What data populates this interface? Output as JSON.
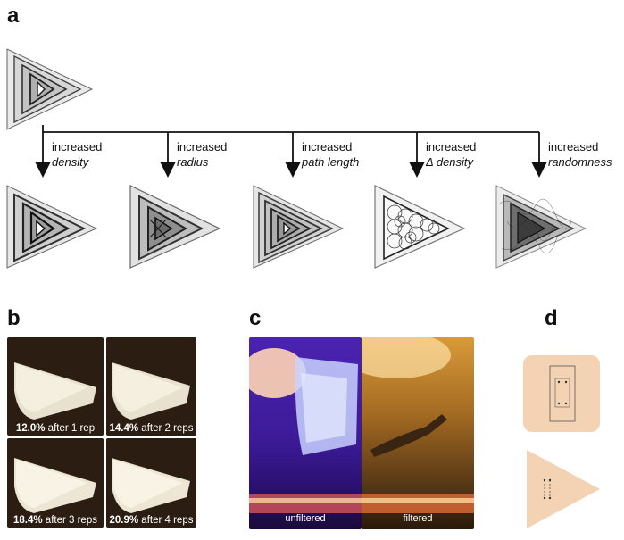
{
  "panels": {
    "a": {
      "letter": "a"
    },
    "b": {
      "letter": "b"
    },
    "c": {
      "letter": "c"
    },
    "d": {
      "letter": "d"
    }
  },
  "steps": [
    {
      "line1": "increased",
      "line2": "density"
    },
    {
      "line1": "increased",
      "line2": "radius"
    },
    {
      "line1": "increased",
      "line2": "path length"
    },
    {
      "line1": "increased",
      "line2": "Δ density"
    },
    {
      "line1": "increased",
      "line2": "randomness"
    }
  ],
  "reps": [
    {
      "pct": "12.0%",
      "text": " after 1 rep"
    },
    {
      "pct": "14.4%",
      "text": " after 2 reps"
    },
    {
      "pct": "18.4%",
      "text": " after 3 reps"
    },
    {
      "pct": "20.9%",
      "text": " after 4 reps"
    }
  ],
  "spectrum": {
    "left": "unfiltered",
    "right": "filtered"
  },
  "colors": {
    "skin": "#f4d3b5",
    "photo_bg": "#2b1d12",
    "purple": "#5a2fc8",
    "amber": "#c98a33"
  }
}
